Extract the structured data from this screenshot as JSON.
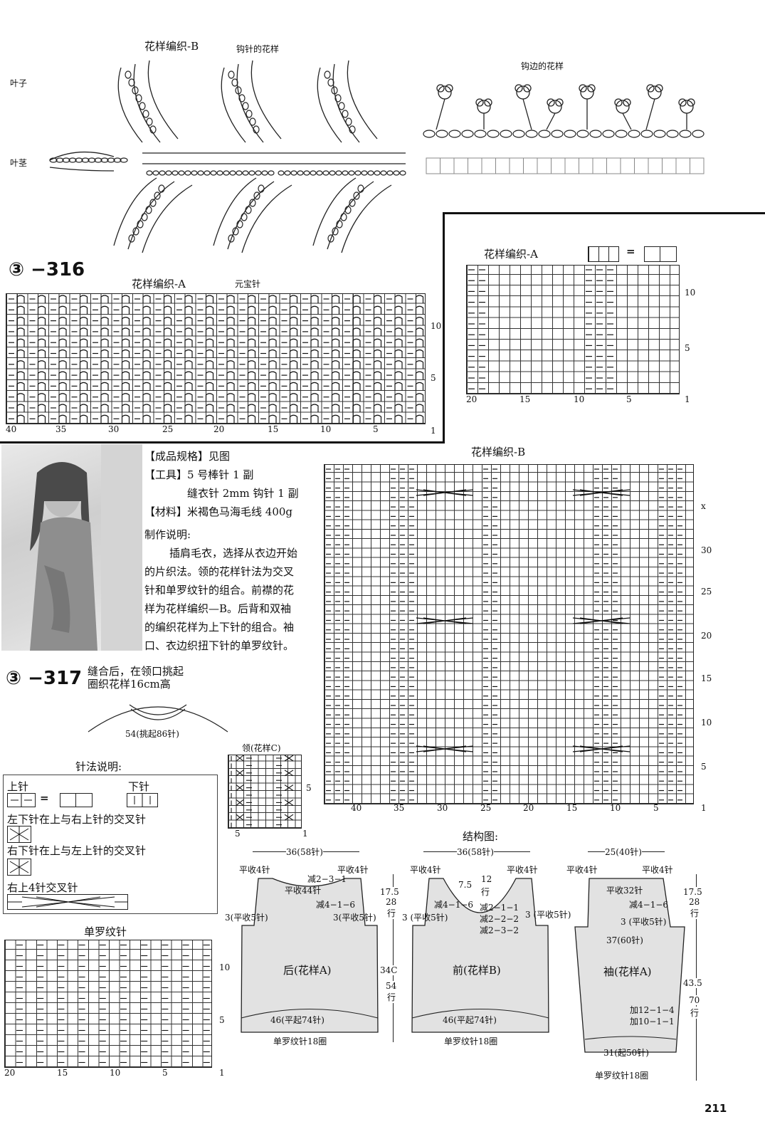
{
  "patterns": {
    "crochet_b_title": "花样编织-B",
    "crochet_b_sub": "钩针的花样",
    "leaf_label": "叶子",
    "stem_label": "叶茎",
    "edge_title": "钩边的花样"
  },
  "p316": {
    "number": "③ −316",
    "chart_title": "花样编织-A",
    "chart_sub": "元宝针",
    "row_labels": [
      "10",
      "5",
      "1"
    ],
    "col_labels": [
      "40",
      "35",
      "30",
      "25",
      "20",
      "15",
      "10",
      "5"
    ],
    "chart_a2_title": "花样编织-A",
    "chart_a2_rows": [
      "10",
      "5",
      "1"
    ],
    "chart_a2_cols": [
      "20",
      "15",
      "10",
      "5"
    ]
  },
  "spec": {
    "size": "【成品规格】见图",
    "tools1": "【工具】5 号棒针 1 副",
    "tools2": "缝衣针  2mm 钩针 1 副",
    "material": "【材料】米褐色马海毛线 400g",
    "howto_title": "制作说明:",
    "howto_lines": [
      "插肩毛衣，选择从衣边开始",
      "的片织法。领的花样针法为交叉",
      "针和单罗纹针的组合。前襟的花",
      "样为花样编织—B。后背和双袖",
      "的编织花样为上下针的组合。袖",
      "口、衣边织扭下针的单罗纹针。"
    ]
  },
  "p317": {
    "number": "③ −317",
    "collar_note1": "缝合后，在领口挑起",
    "collar_note2": "圈织花样16cm高",
    "collar_pick": "54(挑起86针)",
    "collar_c_title": "领(花样C)",
    "collar_c_row": "5",
    "collar_c_cols": [
      "5",
      "1"
    ]
  },
  "chart_b": {
    "title": "花样编织-B",
    "rows": [
      "x",
      "30",
      "25",
      "20",
      "15",
      "10",
      "5",
      "1"
    ],
    "cols": [
      "40",
      "35",
      "30",
      "25",
      "20",
      "15",
      "10",
      "5"
    ]
  },
  "legend": {
    "title": "针法说明:",
    "knit": "上针",
    "purl": "下针",
    "left_cross": "左下针在上与右上针的交叉针",
    "right_cross": "右下针在上与左上针的交叉针",
    "four_cross": "右上4针交叉针"
  },
  "rib": {
    "title": "单罗纹针",
    "rows": [
      "10",
      "5",
      "1"
    ],
    "cols": [
      "20",
      "15",
      "10",
      "5"
    ]
  },
  "structure": {
    "title": "结构图:",
    "back": {
      "width": "36(58针)",
      "bind_l": "平收4针",
      "bind_r": "平收4针",
      "dec_top": "减2−3−1",
      "bind_mid": "平收44针",
      "dec_side": "减4−1−6",
      "side_l": "3(平收5针)",
      "side_r": "3(平收5针)",
      "name": "后(花样A)",
      "bottom": "46(平起74针)",
      "rib": "单罗纹针18圈",
      "h1": "17.5",
      "h1b": "28",
      "h1c": "行",
      "h2": "34C",
      "h2b": "54",
      "h2c": "行"
    },
    "front": {
      "width": "36(58针)",
      "bind_l": "平收4针",
      "bind_r": "平收4针",
      "neck1": "7.5",
      "neck2": "12",
      "neck3": "行",
      "dec_l": "减4−1−6",
      "dec_a": "减2−1−1",
      "dec_b": "减2−2−2",
      "dec_c": "减2−3−2",
      "side_l": "3 (平收5针)",
      "side_r": "3 (平收5针)",
      "name": "前(花样B)",
      "bottom": "46(平起74针)",
      "rib": "单罗纹针18圈"
    },
    "sleeve": {
      "width": "25(40针)",
      "bind_l": "平收4针",
      "bind_r": "平收4针",
      "bind_mid": "平收32针",
      "dec": "减4−1−6",
      "side": "3 (平收5针)",
      "mid_width": "37(60针)",
      "name": "袖(花样A)",
      "inc1": "加12−1−4",
      "inc2": "加10−1−1",
      "bottom": "31(起50针)",
      "rib": "单罗纹针18圈",
      "h1": "17.5",
      "h1b": "28",
      "h1c": "行",
      "h2": "43.5",
      "h2b": "70",
      "h2c": "行"
    }
  },
  "page_number": "211"
}
